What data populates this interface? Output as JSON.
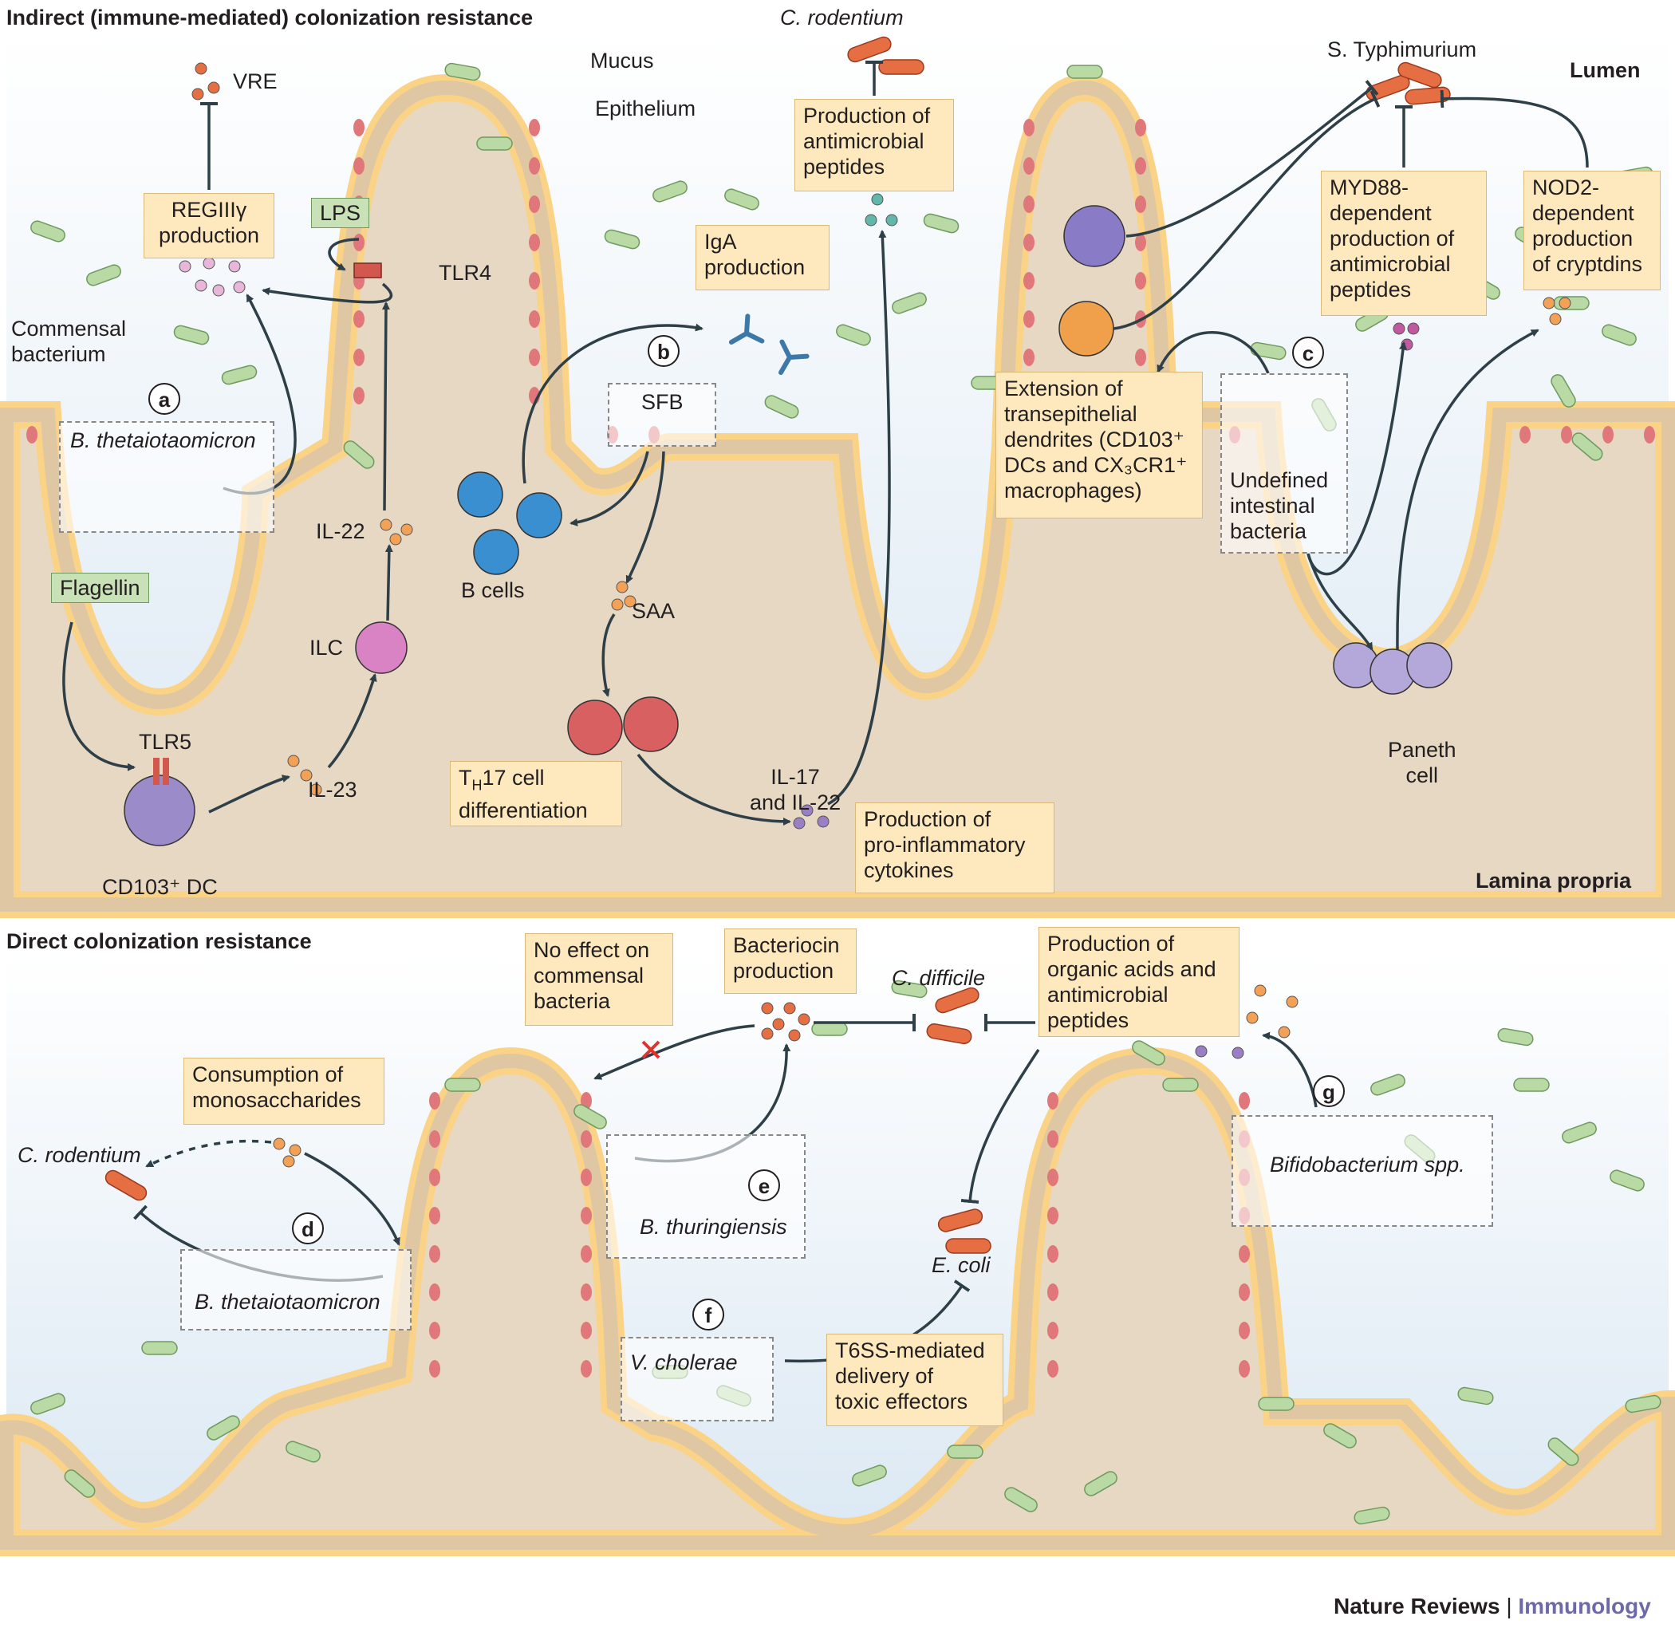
{
  "panel_top": {
    "title": "Indirect (immune-mediated) colonization resistance",
    "lumen": "Lumen",
    "lamina_propria": "Lamina propria"
  },
  "panel_bottom": {
    "title": "Direct colonization resistance"
  },
  "footer": {
    "journal": "Nature Reviews",
    "separator": "|",
    "section": "Immunology"
  },
  "top_labels": {
    "vre": "VRE",
    "regiii": "REGIIIγ\nproduction",
    "lps": "LPS",
    "tlr4": "TLR4",
    "mucus": "Mucus",
    "epithelium": "Epithelium",
    "commensal": "Commensal\nbacterium",
    "a": "a",
    "b_theta": "B. thetaiotaomicron",
    "flagellin": "Flagellin",
    "il22": "IL-22",
    "ilc": "ILC",
    "tlr5": "TLR5",
    "il23": "IL-23",
    "cd103dc": "CD103⁺ DC",
    "c_rodentium": "C. rodentium",
    "amp": "Production of\nantimicrobial\npeptides",
    "iga": "IgA\nproduction",
    "b": "b",
    "sfb": "SFB",
    "bcells": "B cells",
    "saa": "SAA",
    "th17_t": "T",
    "th17_sub": "H",
    "th17_rest": "17 cell\ndifferentiation",
    "il17": "IL-17\nand IL-22",
    "proinflam": "Production of\npro-inflammatory\ncytokines",
    "s_typhi": "S. Typhimurium",
    "myd88": "MYD88-\ndependent\nproduction of\nantimicrobial\npeptides",
    "nod2": "NOD2-\ndependent\nproduction\nof cryptdins",
    "extension": "Extension of\ntransepithelial\ndendrites (CD103⁺\nDCs and CX₃CR1⁺\nmacrophages)",
    "c": "c",
    "undefined": "Undefined\nintestinal\nbacteria",
    "paneth": "Paneth\ncell"
  },
  "bottom_labels": {
    "no_effect": "No effect on\ncommensal\nbacteria",
    "bacteriocin": "Bacteriocin\nproduction",
    "c_difficile": "C. difficile",
    "organic": "Production of\norganic acids and\nantimicrobial\npeptides",
    "consumption": "Consumption of\nmonosaccharides",
    "c_rodentium": "C. rodentium",
    "d": "d",
    "b_theta": "B. thetaiotaomicron",
    "e": "e",
    "b_thur": "B. thuringiensis",
    "f": "f",
    "v_cholerae": "V. cholerae",
    "t6ss": "T6SS-mediated\ndelivery of\ntoxic effectors",
    "e_coli": "E. coli",
    "g": "g",
    "bifido": "Bifidobacterium spp."
  },
  "colors": {
    "lumen_top": "#dbe8f3",
    "tissue": "#e6d8c3",
    "mucus": "#fbd386",
    "cell": "#dcc5a6",
    "nucleus": "#e0777a",
    "bacterium": "#b9d9a5",
    "box": "#fde9bd",
    "arrow": "#2e3f47",
    "immunology": "#6e6aa8"
  }
}
